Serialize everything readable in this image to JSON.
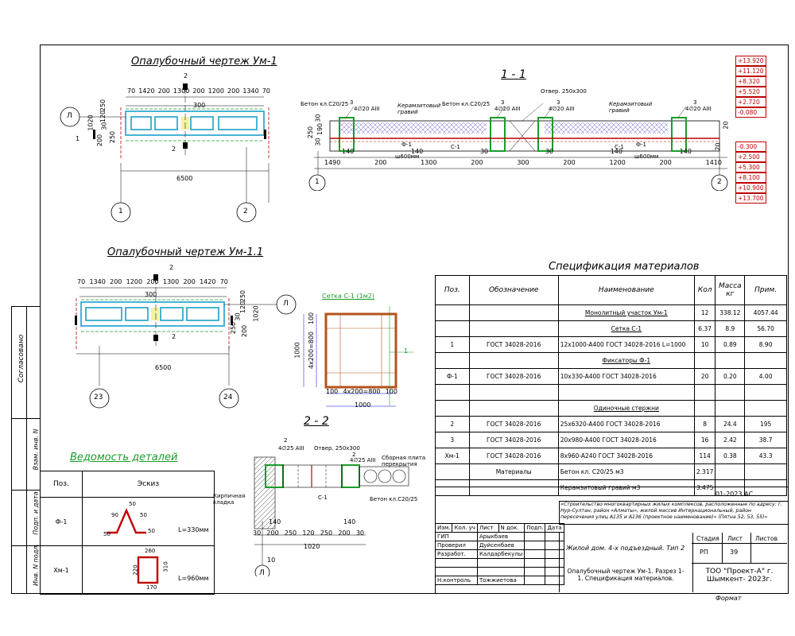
{
  "titles": {
    "um1": "Опалубочный чертеж Ум-1",
    "um11": "Опалубочный чертеж Ум-1.1",
    "sec11": "1 - 1",
    "sec22": "2 - 2",
    "spec": "Спецификация материалов",
    "details": "Ведомость деталей",
    "mesh": "Сетка С-1 (1м2)"
  },
  "side_labels": {
    "agreed": "Согласовано",
    "inv_repl": "Взам. инв. N",
    "sign_date": "Подп. и дата",
    "inv_orig": "Инв. N подл."
  },
  "axes": {
    "a1": "1",
    "a2": "2",
    "a23": "23",
    "a24": "24",
    "aL": "Л"
  },
  "um1_dims": {
    "top": [
      "70",
      "1420",
      "200",
      "1300",
      "200",
      "1200",
      "200",
      "1340",
      "70"
    ],
    "top2": [
      "300"
    ],
    "total": "6500",
    "left": [
      "1020",
      "250",
      "120",
      "30",
      "200",
      "250"
    ],
    "cut": "2",
    "cut_side": "1"
  },
  "um11_dims": {
    "top": [
      "70",
      "1340",
      "200",
      "1200",
      "200",
      "1300",
      "200",
      "1420",
      "70"
    ],
    "top2": [
      "300"
    ],
    "total": "6500",
    "right": [
      "1020",
      "250",
      "120",
      "30",
      "200",
      "250"
    ],
    "cut": "2"
  },
  "sec11_labels": {
    "beton1": "Бетон кл.С20/25",
    "rebar1": "4∅20 AIII",
    "num3": "3",
    "keramz1": "Керамзитовый гравий",
    "beton2": "Бетон кл.С20/25",
    "otverst": "Отвер. 250x300",
    "keramz2": "Керамзитовый гравий",
    "phi1": "Ф-1",
    "sh600": "ш600мм",
    "c1": "С-1"
  },
  "sec11_dims": {
    "bottom": [
      "1490",
      "200",
      "1300",
      "200",
      "300",
      "200",
      "1200",
      "200",
      "1410"
    ],
    "sub": [
      "140",
      "140",
      "30",
      "30",
      "140",
      "140"
    ],
    "left": [
      "250",
      "30",
      "190",
      "30"
    ],
    "right": [
      "20",
      "20"
    ]
  },
  "levels_top": [
    "+13.920",
    "+11.120",
    "+8.320",
    "+5.520",
    "+2.720",
    "-0.080"
  ],
  "levels_bot": [
    "-0.300",
    "+2.500",
    "+5.300",
    "+8.100",
    "+10.900",
    "+13.700"
  ],
  "mesh_dims": {
    "side": "1000",
    "inner": "4x200=800",
    "top": "100",
    "bot": [
      "100",
      "4x200=800",
      "100"
    ],
    "total": "1000",
    "mark": "1"
  },
  "sec22_labels": {
    "rebar": "4∅25 AIII",
    "num2": "2",
    "otverst": "Отвер. 250x300",
    "kirp": "Кирпичная кладка",
    "c1": "С-1",
    "svar": "Сборная плита перекрытия",
    "beton": "Бетон кл.С20/25"
  },
  "sec22_dims": {
    "bottom": [
      "30",
      "200",
      "250",
      "120",
      "250",
      "200",
      "30"
    ],
    "sub": [
      "140",
      "140"
    ],
    "total": "1020",
    "lv": "10"
  },
  "spec": {
    "headers": [
      "Поз.",
      "Обозначение",
      "Наименование",
      "Кол",
      "Масса кг",
      "Прим."
    ],
    "rows": [
      {
        "pos": "",
        "des": "",
        "name": "Монолитный участок Ум-1",
        "qty": "12",
        "mass": "338.12",
        "note": "4057.44",
        "u": true
      },
      {
        "pos": "",
        "des": "",
        "name": "Сетка С-1",
        "qty": "6.37",
        "mass": "8.9",
        "note": "56.70",
        "u": true
      },
      {
        "pos": "1",
        "des": "ГОСТ 34028-2016",
        "name": "12x1000-A400 ГОСТ 34028-2016   L=1000",
        "qty": "10",
        "mass": "0.89",
        "note": "8.90",
        "u": false
      },
      {
        "pos": "",
        "des": "",
        "name": "Фиксаторы Ф-1",
        "qty": "",
        "mass": "",
        "note": "",
        "u": true
      },
      {
        "pos": "Ф-1",
        "des": "ГОСТ 34028-2016",
        "name": "10x330-A400 ГОСТ 34028-2016",
        "qty": "20",
        "mass": "0.20",
        "note": "4.00",
        "u": false
      },
      {
        "pos": "",
        "des": "",
        "name": "",
        "qty": "",
        "mass": "",
        "note": "",
        "u": false
      },
      {
        "pos": "",
        "des": "",
        "name": "Одиночные стержни",
        "qty": "",
        "mass": "",
        "note": "",
        "u": true
      },
      {
        "pos": "2",
        "des": "ГОСТ 34028-2016",
        "name": "25x6320-A400 ГОСТ 34028-2016",
        "qty": "8",
        "mass": "24.4",
        "note": "195",
        "u": false
      },
      {
        "pos": "3",
        "des": "ГОСТ 34028-2016",
        "name": "20x980-A400 ГОСТ 34028-2016",
        "qty": "16",
        "mass": "2.42",
        "note": "38.7",
        "u": false
      },
      {
        "pos": "Хм-1",
        "des": "ГОСТ 34028-2016",
        "name": "8x960-A240 ГОСТ 34028-2016",
        "qty": "114",
        "mass": "0.38",
        "note": "43.3",
        "u": false
      },
      {
        "pos": "",
        "des": "Материалы",
        "name": "Бетон кл. С20/25           м3",
        "qty": "2.317",
        "mass": "",
        "note": "",
        "u": false
      },
      {
        "pos": "",
        "des": "",
        "name": "Керамзитовый гравий           м3",
        "qty": "3.475",
        "mass": "",
        "note": "",
        "u": false
      }
    ]
  },
  "details": {
    "headers": [
      "Поз.",
      "Эскиз"
    ],
    "rows": [
      {
        "pos": "Ф-1",
        "len": "L=330мм",
        "dims": [
          "50",
          "90",
          "50",
          "50",
          "50"
        ]
      },
      {
        "pos": "Хм-1",
        "len": "L=960мм",
        "dims": [
          "260",
          "220",
          "310",
          "170"
        ]
      }
    ]
  },
  "stamp": {
    "code": "01-2023 АС",
    "project": "«Строительство многоквартирных жилых комплексов, расположенные по адресу: г. Нур-Султан, район «Алматы», жилой массив Интернациональный, район пересечения улиц А135 и А136 (проектное наименование)» (Пятна 52, 53, 55)»",
    "object": "Жилой дом. 4-х подъездный. Тип 2",
    "sheet_title": "Опалубочный чертеж Ум-1. Разрез 1-1. Спецификация материалов.",
    "company": "ТОО \"Проект-А\" г. Шымкент- 2023г.",
    "cols": [
      "Изм.",
      "Кол. уч",
      "Лист",
      "N док.",
      "Подп.",
      "Дата"
    ],
    "people": [
      {
        "role": "ГИП",
        "name": "Арыкбаев"
      },
      {
        "role": "Проверил",
        "name": "Дуйсенбаев"
      },
      {
        "role": "Разработ.",
        "name": "Калдарбекулы"
      },
      {
        "role": "",
        "name": ""
      },
      {
        "role": "",
        "name": ""
      },
      {
        "role": "Н.контроль",
        "name": "Тожжиетова"
      }
    ],
    "stage_h": "Стадия",
    "sheet_h": "Лист",
    "sheets_h": "Листов",
    "stage": "РП",
    "sheet": "39",
    "sheets": "",
    "format": "Формат"
  }
}
